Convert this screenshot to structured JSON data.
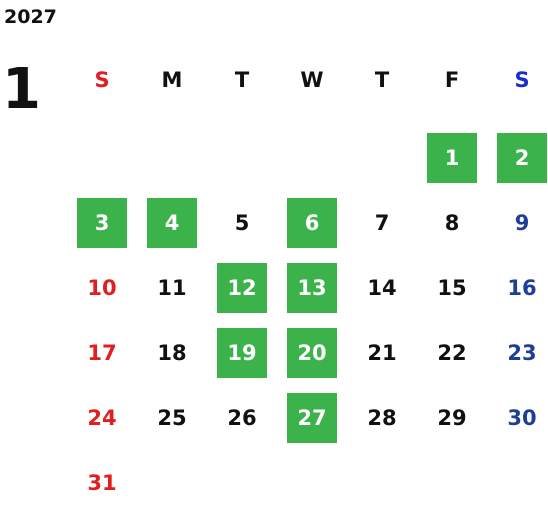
{
  "calendar": {
    "year": "2027",
    "month": "1",
    "weekdays": [
      "S",
      "M",
      "T",
      "W",
      "T",
      "F",
      "S"
    ],
    "first_weekday_index": 5,
    "days": [
      {
        "day": "1",
        "highlighted": true
      },
      {
        "day": "2",
        "highlighted": true
      },
      {
        "day": "3",
        "highlighted": true
      },
      {
        "day": "4",
        "highlighted": true
      },
      {
        "day": "5",
        "highlighted": false
      },
      {
        "day": "6",
        "highlighted": true
      },
      {
        "day": "7",
        "highlighted": false
      },
      {
        "day": "8",
        "highlighted": false
      },
      {
        "day": "9",
        "highlighted": false
      },
      {
        "day": "10",
        "highlighted": false
      },
      {
        "day": "11",
        "highlighted": false
      },
      {
        "day": "12",
        "highlighted": true
      },
      {
        "day": "13",
        "highlighted": true
      },
      {
        "day": "14",
        "highlighted": false
      },
      {
        "day": "15",
        "highlighted": false
      },
      {
        "day": "16",
        "highlighted": false
      },
      {
        "day": "17",
        "highlighted": false
      },
      {
        "day": "18",
        "highlighted": false
      },
      {
        "day": "19",
        "highlighted": true
      },
      {
        "day": "20",
        "highlighted": true
      },
      {
        "day": "21",
        "highlighted": false
      },
      {
        "day": "22",
        "highlighted": false
      },
      {
        "day": "23",
        "highlighted": false
      },
      {
        "day": "24",
        "highlighted": false
      },
      {
        "day": "25",
        "highlighted": false
      },
      {
        "day": "26",
        "highlighted": false
      },
      {
        "day": "27",
        "highlighted": true
      },
      {
        "day": "28",
        "highlighted": false
      },
      {
        "day": "29",
        "highlighted": false
      },
      {
        "day": "30",
        "highlighted": false
      },
      {
        "day": "31",
        "highlighted": false
      }
    ]
  },
  "colors": {
    "highlight_bg": "#3bb34a",
    "highlight_text": "#ffffff",
    "sunday": "#e02020",
    "saturday": "#1e3f96",
    "saturday_header": "#1a2ccf",
    "weekday": "#111111"
  }
}
